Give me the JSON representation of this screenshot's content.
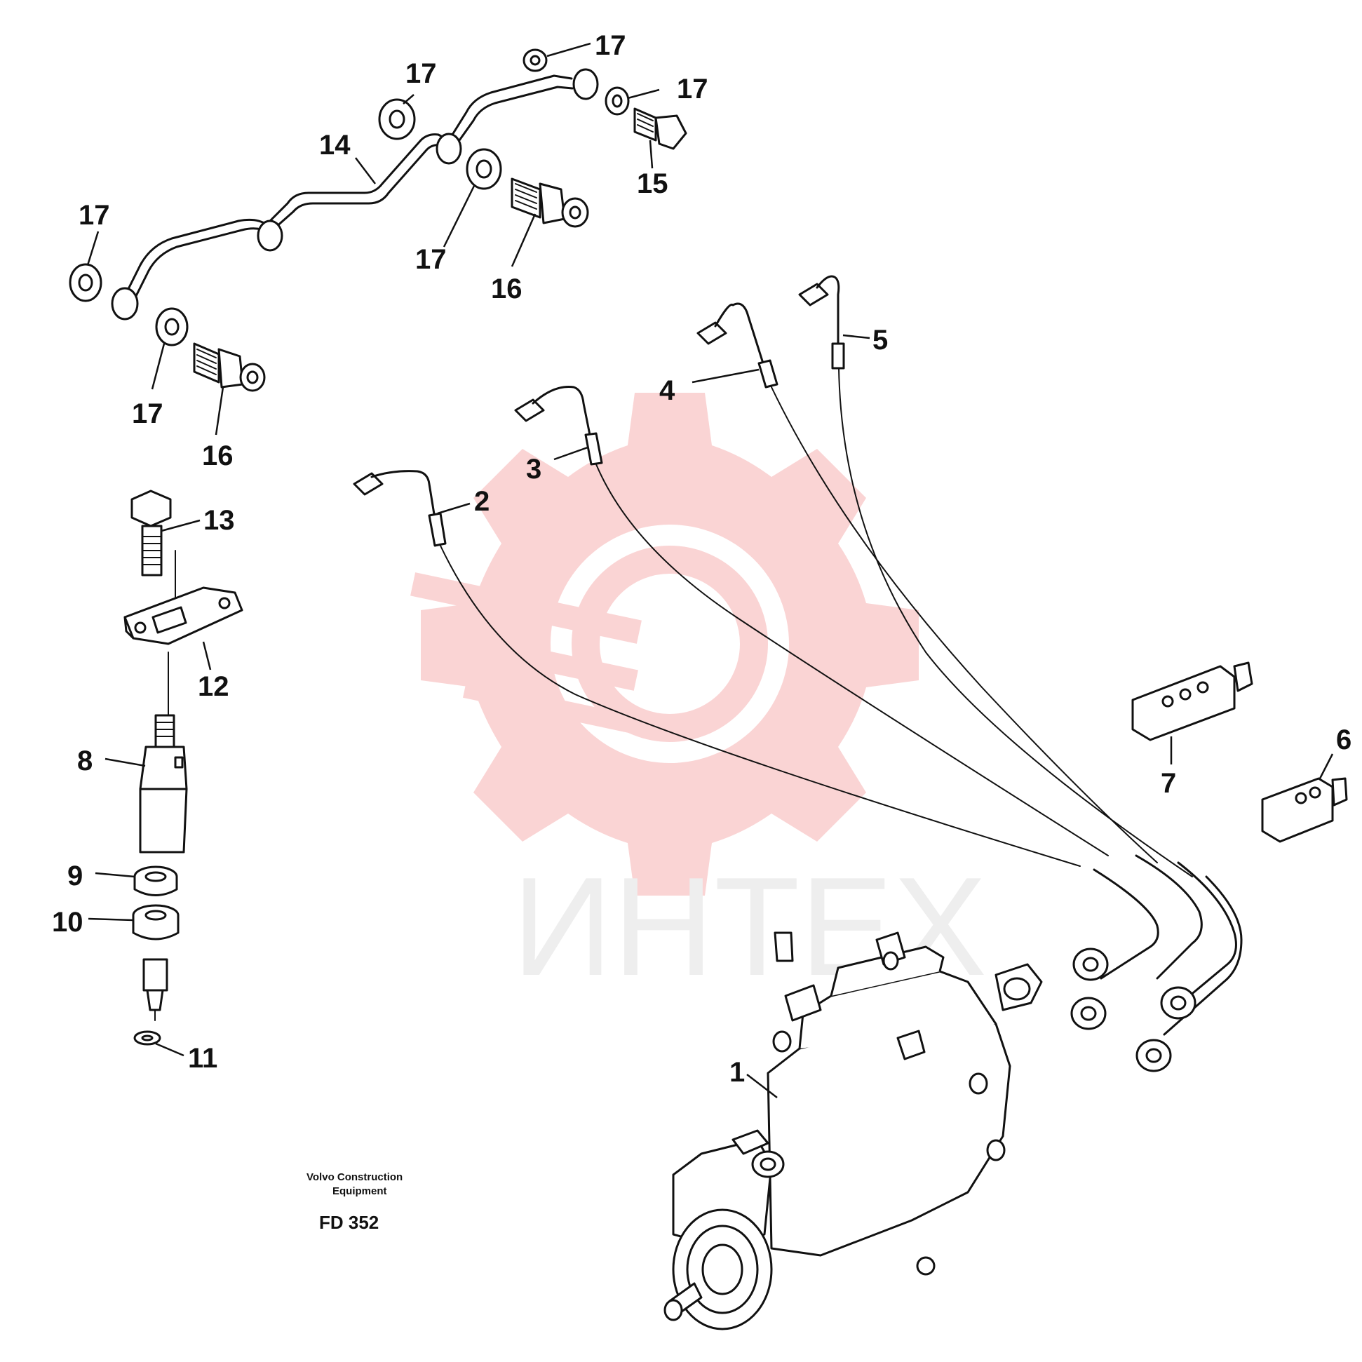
{
  "caption": {
    "manufacturer_line1": "Volvo Construction",
    "manufacturer_line2": "Equipment",
    "figure_code": "FD 352"
  },
  "watermark": {
    "text": "ИНТЕХ",
    "color": "#f4a0a0"
  },
  "callouts": [
    {
      "id": "1",
      "label": "1"
    },
    {
      "id": "2",
      "label": "2"
    },
    {
      "id": "3",
      "label": "3"
    },
    {
      "id": "4",
      "label": "4"
    },
    {
      "id": "5",
      "label": "5"
    },
    {
      "id": "6",
      "label": "6"
    },
    {
      "id": "7",
      "label": "7"
    },
    {
      "id": "8",
      "label": "8"
    },
    {
      "id": "9",
      "label": "9"
    },
    {
      "id": "10",
      "label": "10"
    },
    {
      "id": "11",
      "label": "11"
    },
    {
      "id": "12",
      "label": "12"
    },
    {
      "id": "13",
      "label": "13"
    },
    {
      "id": "14",
      "label": "14"
    },
    {
      "id": "15",
      "label": "15"
    },
    {
      "id": "16a",
      "label": "16"
    },
    {
      "id": "16b",
      "label": "16"
    },
    {
      "id": "17a",
      "label": "17"
    },
    {
      "id": "17b",
      "label": "17"
    },
    {
      "id": "17c",
      "label": "17"
    },
    {
      "id": "17d",
      "label": "17"
    },
    {
      "id": "17e",
      "label": "17"
    },
    {
      "id": "17f",
      "label": "17"
    }
  ]
}
